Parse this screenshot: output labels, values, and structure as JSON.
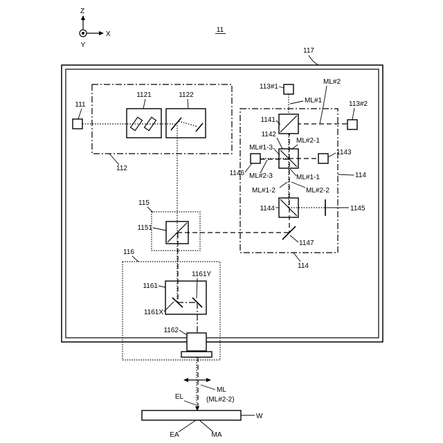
{
  "figure_ref": "11",
  "axes": {
    "z": "Z",
    "x": "X",
    "y": "Y"
  },
  "enclosure": {
    "ref": "117"
  },
  "module_112": {
    "ref": "112",
    "source_ref": "111",
    "left_ref": "1121",
    "right_ref": "1122"
  },
  "module_114": {
    "ref_side": "114",
    "ref_bottom": "114",
    "source_1_ref": "113#1",
    "source_2_ref": "113#2",
    "cube_1141": "1141",
    "cube_1142": "1142",
    "cube_1144": "1144",
    "detector_1143": "1143",
    "detector_1146": "1146",
    "reflector_1145": "1145",
    "mirror_1147": "1147",
    "beams": {
      "ml2": "ML#2",
      "ml1": "ML#1",
      "ml2_1": "ML#2-1",
      "ml1_3": "ML#1-3",
      "ml2_3": "ML#2-3",
      "ml1_1": "ML#1-1",
      "ml1_2": "ML#1-2",
      "ml2_2": "ML#2-2"
    }
  },
  "module_115": {
    "ref": "115",
    "combiner_ref": "1151"
  },
  "module_116": {
    "ref": "116",
    "scanner_ref": "1161",
    "mirror_y_ref": "1161Y",
    "mirror_x_ref": "1161X"
  },
  "objective": {
    "ref": "1162"
  },
  "output_beams": {
    "el": "EL",
    "ml": "ML",
    "ml_note": "(ML#2-2)"
  },
  "workpiece": {
    "ref": "W",
    "ea": "EA",
    "ma": "MA"
  }
}
